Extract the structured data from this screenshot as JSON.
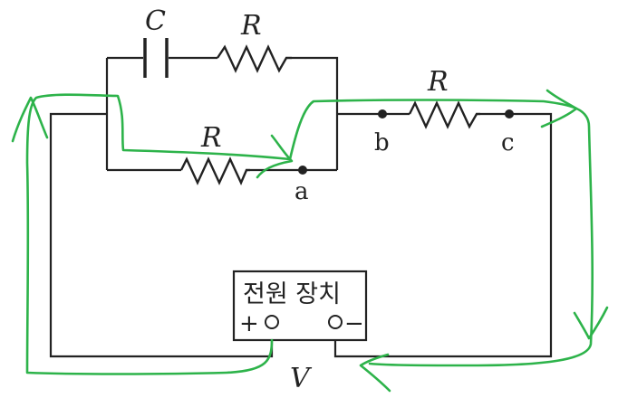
{
  "labels": {
    "capacitor": "C",
    "resistor_top": "R",
    "resistor_bottom": "R",
    "resistor_right": "R",
    "node_a": "a",
    "node_b": "b",
    "node_c": "c",
    "voltage": "V"
  },
  "power_supply": {
    "title": "전원 장치",
    "plus": "+",
    "minus": "−"
  },
  "colors": {
    "circuit": "#222222",
    "annotation": "#2db34a"
  }
}
